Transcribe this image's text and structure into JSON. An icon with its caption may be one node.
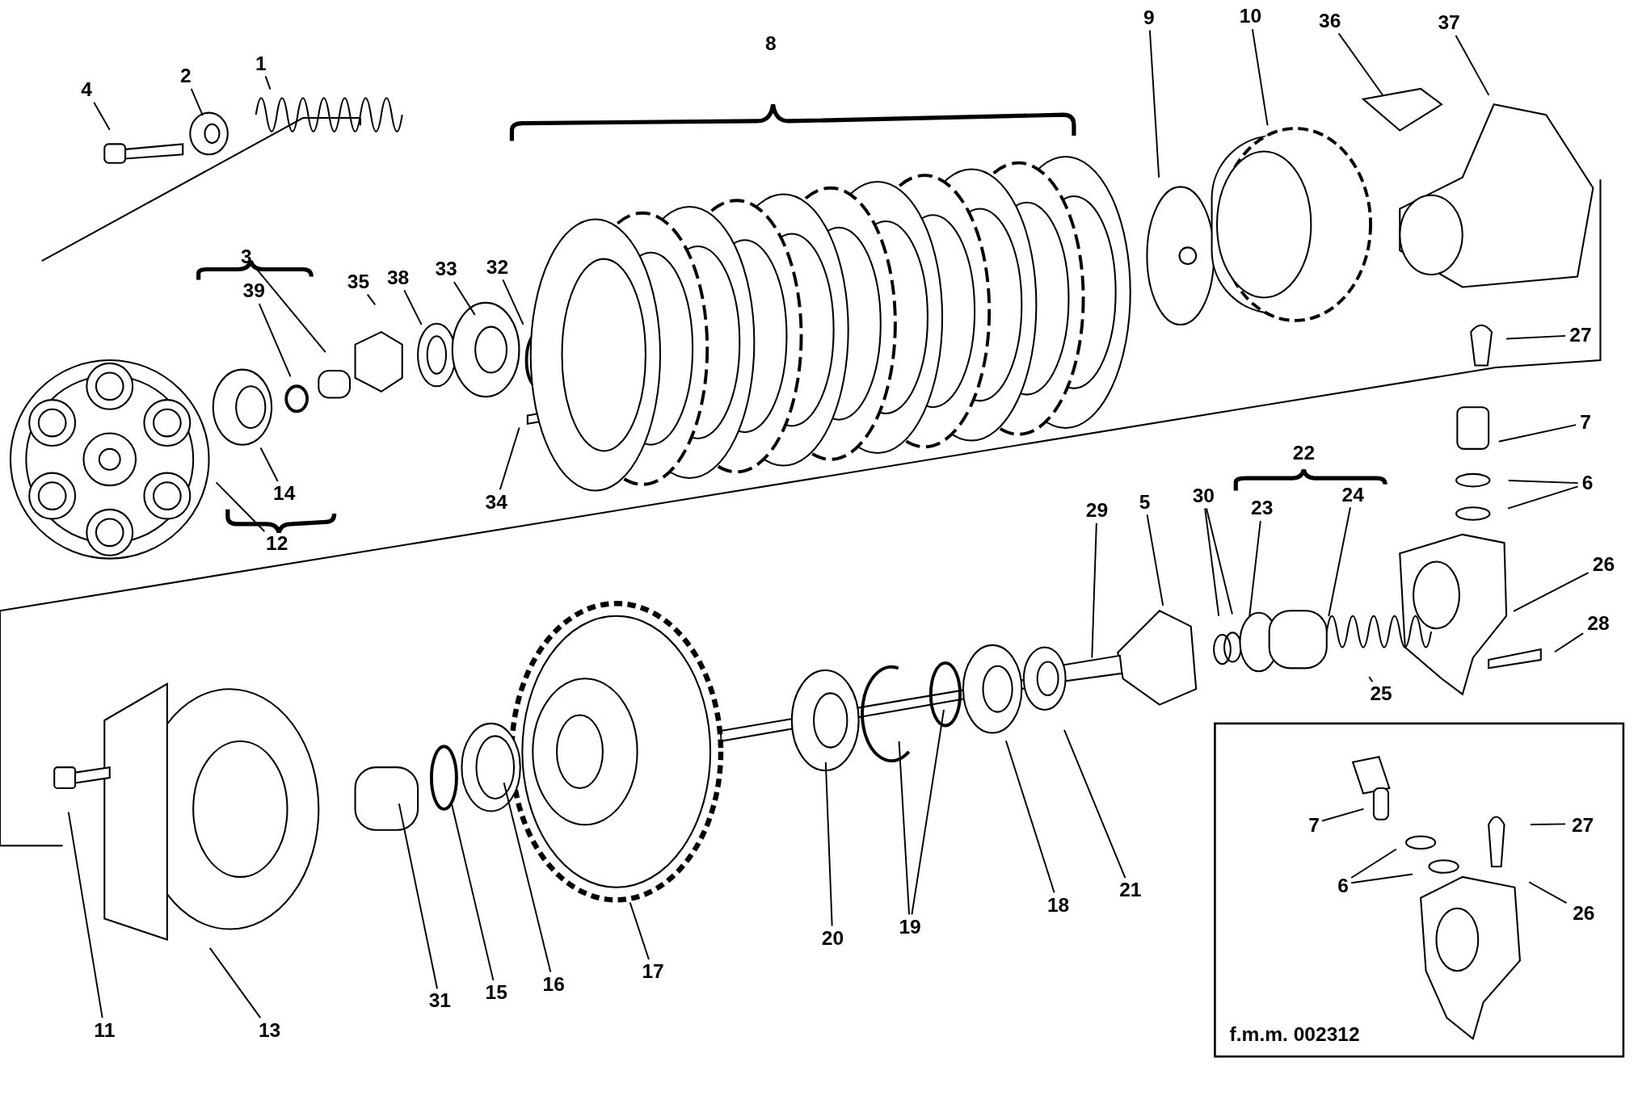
{
  "diagram": {
    "nodes": [
      {
        "text": [
          "4"
        ]
      },
      {
        "text": [
          "2"
        ]
      },
      {
        "text": [
          "1"
        ]
      },
      {
        "text": [
          "9"
        ]
      },
      {
        "text": [
          "10"
        ]
      },
      {
        "text": [
          "36"
        ]
      },
      {
        "text": [
          "37"
        ]
      },
      {
        "text": [
          "3"
        ]
      },
      {
        "text": [
          "39"
        ]
      },
      {
        "text": [
          "35"
        ]
      },
      {
        "text": [
          "38"
        ]
      },
      {
        "text": [
          "33"
        ]
      },
      {
        "text": [
          "32"
        ]
      },
      {
        "text": [
          "27"
        ]
      },
      {
        "text": [
          "34"
        ]
      },
      {
        "text": [
          "7"
        ]
      },
      {
        "text": [
          "14"
        ]
      },
      {
        "text": [
          "6"
        ]
      },
      {
        "text": [
          "12"
        ]
      },
      {
        "text": [
          "29"
        ]
      },
      {
        "text": [
          "5"
        ]
      },
      {
        "text": [
          "30"
        ]
      },
      {
        "text": [
          "23"
        ]
      },
      {
        "text": [
          "24"
        ]
      },
      {
        "text": [
          "26"
        ]
      },
      {
        "text": [
          "28"
        ]
      },
      {
        "text": [
          "25"
        ]
      },
      {
        "text": [
          "11"
        ]
      },
      {
        "text": [
          "13"
        ]
      },
      {
        "text": [
          "31"
        ]
      },
      {
        "text": [
          "15"
        ]
      },
      {
        "text": [
          "16"
        ]
      },
      {
        "text": [
          "17"
        ]
      },
      {
        "text": [
          "20"
        ]
      },
      {
        "text": [
          "19"
        ]
      },
      {
        "text": [
          "18"
        ]
      },
      {
        "text": [
          "21"
        ]
      },
      {
        "text": [
          "f.m.m. 002312"
        ]
      },
      {
        "text": [
          "7"
        ],
        "in": 37
      },
      {
        "text": [
          "27"
        ],
        "in": 37
      },
      {
        "text": [
          "6"
        ],
        "in": 37
      },
      {
        "text": [
          "26"
        ],
        "in": 37
      }
    ],
    "edges": [
      {
        "from": 0,
        "to": null,
        "arrow": "none"
      },
      {
        "from": 1,
        "to": null,
        "arrow": "none"
      },
      {
        "from": 2,
        "to": null,
        "arrow": "none"
      },
      {
        "from": 3,
        "to": null,
        "arrow": "none"
      },
      {
        "from": 4,
        "to": null,
        "arrow": "none"
      },
      {
        "from": 5,
        "to": null,
        "arrow": "none"
      },
      {
        "from": 6,
        "to": null,
        "arrow": "none"
      },
      {
        "from": 7,
        "to": null,
        "arrow": "none"
      },
      {
        "from": 8,
        "to": null,
        "arrow": "none"
      },
      {
        "from": 9,
        "to": null,
        "arrow": "none"
      },
      {
        "from": 10,
        "to": null,
        "arrow": "none"
      },
      {
        "from": 11,
        "to": null,
        "arrow": "none"
      },
      {
        "from": 12,
        "to": null,
        "arrow": "none"
      },
      {
        "from": 13,
        "to": null,
        "arrow": "none"
      },
      {
        "from": 14,
        "to": null,
        "arrow": "none"
      },
      {
        "from": 15,
        "to": null,
        "arrow": "none"
      },
      {
        "from": 16,
        "to": null,
        "arrow": "none"
      },
      {
        "from": 17,
        "to": null,
        "arrow": "none"
      },
      {
        "from": 17,
        "to": null,
        "arrow": "none"
      },
      {
        "from": 18,
        "to": null,
        "arrow": "none"
      },
      {
        "from": 19,
        "to": null,
        "arrow": "none"
      },
      {
        "from": 20,
        "to": null,
        "arrow": "none"
      },
      {
        "from": 21,
        "to": null,
        "arrow": "none"
      },
      {
        "from": 21,
        "to": null,
        "arrow": "none"
      },
      {
        "from": 22,
        "to": null,
        "arrow": "none"
      },
      {
        "from": 23,
        "to": null,
        "arrow": "none"
      },
      {
        "from": 24,
        "to": null,
        "arrow": "none"
      },
      {
        "from": 25,
        "to": null,
        "arrow": "none"
      },
      {
        "from": 26,
        "to": null,
        "arrow": "none"
      },
      {
        "from": 27,
        "to": null,
        "arrow": "none"
      },
      {
        "from": 28,
        "to": null,
        "arrow": "none"
      },
      {
        "from": 29,
        "to": null,
        "arrow": "none"
      },
      {
        "from": 30,
        "to": null,
        "arrow": "none"
      },
      {
        "from": 31,
        "to": null,
        "arrow": "none"
      },
      {
        "from": 32,
        "to": null,
        "arrow": "none"
      },
      {
        "from": 33,
        "to": null,
        "arrow": "none"
      },
      {
        "from": 34,
        "to": null,
        "arrow": "none"
      },
      {
        "from": 34,
        "to": null,
        "arrow": "none"
      },
      {
        "from": 35,
        "to": null,
        "arrow": "none"
      },
      {
        "from": 36,
        "to": null,
        "arrow": "none"
      },
      {
        "from": 38,
        "to": null,
        "arrow": "none"
      },
      {
        "from": 39,
        "to": null,
        "arrow": "none"
      },
      {
        "from": 40,
        "to": null,
        "arrow": "none"
      },
      {
        "from": 40,
        "to": null,
        "arrow": "none"
      },
      {
        "from": 41,
        "to": null,
        "arrow": "none"
      }
    ],
    "labels": [
      "8",
      "22"
    ]
  }
}
